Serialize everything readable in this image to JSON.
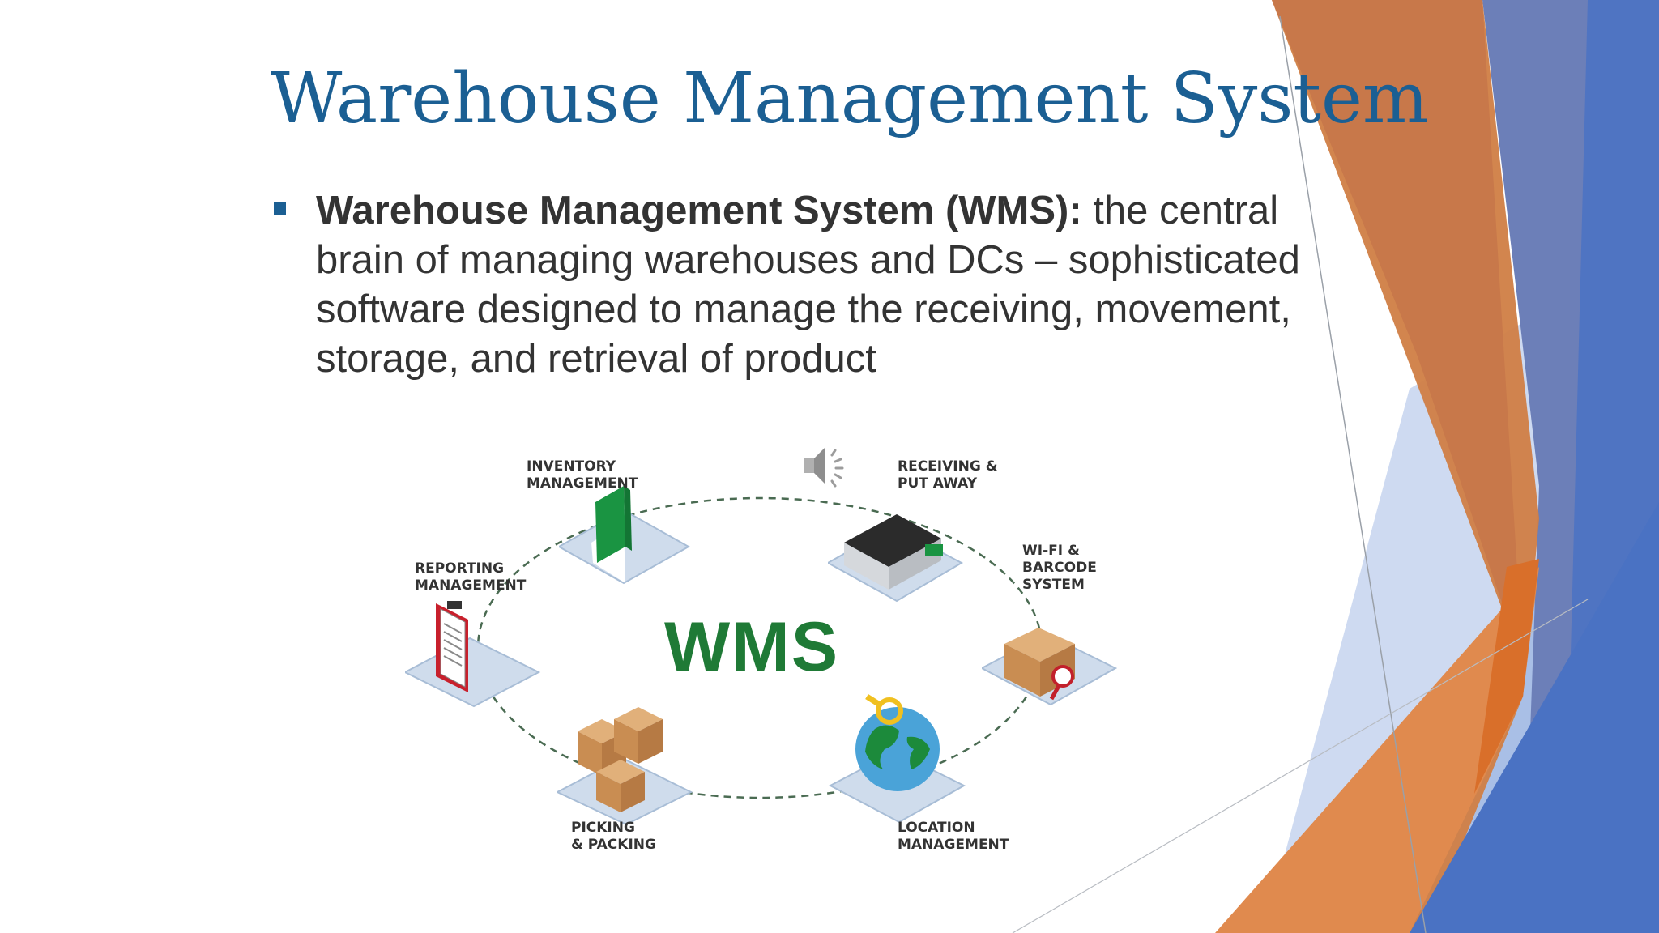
{
  "slide": {
    "title": "Warehouse Management System",
    "bullet": {
      "term": "Warehouse Management System (WMS):",
      "text": " the central brain of managing warehouses and DCs – sophisticated software designed to manage the receiving, movement, storage, and retrieval of product"
    }
  },
  "diagram": {
    "center": "WMS",
    "nodes": [
      {
        "label": "INVENTORY\nMANAGEMENT",
        "icon": "book-icon"
      },
      {
        "label": "RECEIVING &\nPUT AWAY",
        "icon": "warehouse-icon"
      },
      {
        "label": "WI-FI &\nBARCODE\nSYSTEM",
        "icon": "package-scan-icon"
      },
      {
        "label": "LOCATION\nMANAGEMENT",
        "icon": "globe-icon"
      },
      {
        "label": "PICKING\n& PACKING",
        "icon": "boxes-icon"
      },
      {
        "label": "REPORTING\nMANAGEMENT",
        "icon": "clipboard-icon"
      }
    ],
    "accent_green": "#1f7a36"
  },
  "audio": {
    "icon": "speaker-icon"
  },
  "colors": {
    "title": "#1b5f93",
    "orange": "#d9773a",
    "blue": "#4472c4"
  }
}
